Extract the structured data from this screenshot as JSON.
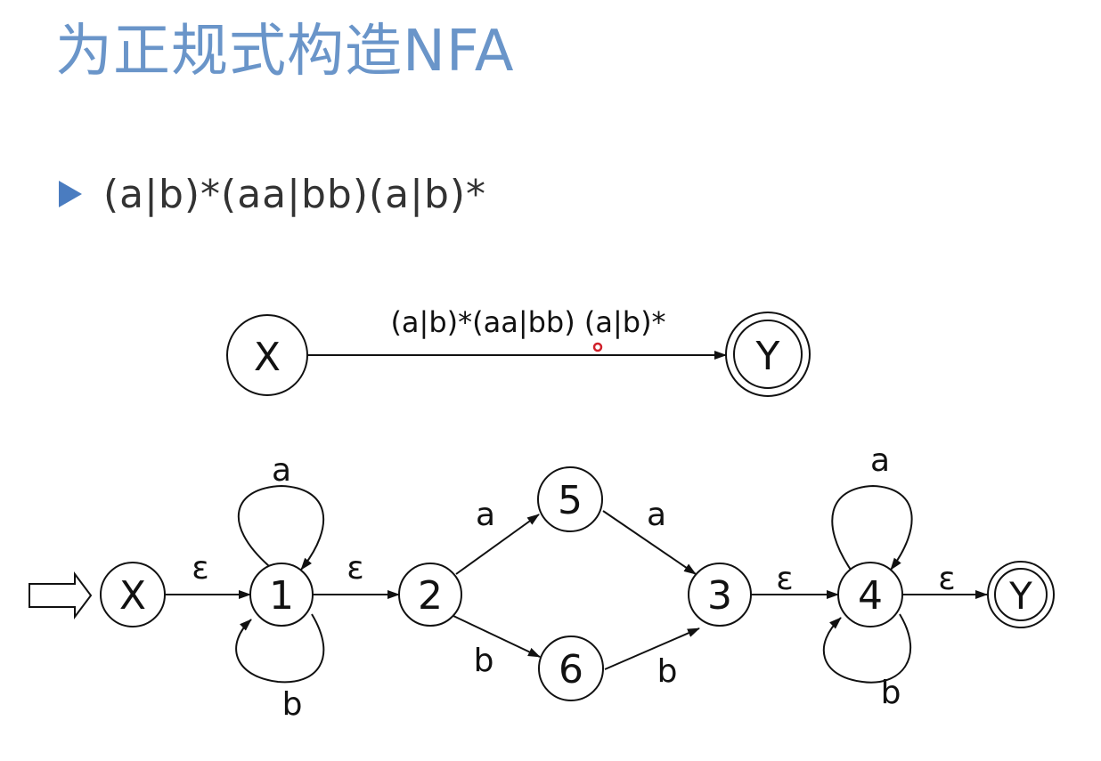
{
  "slide": {
    "title": "为正规式构造NFA",
    "bullet": "(a|b)*(aa|bb)(a|b)*"
  },
  "top_diagram": {
    "edge_label": "(a|b)*(aa|bb) (a|b)*",
    "start_state": "X",
    "final_state": "Y"
  },
  "nfa": {
    "states": [
      {
        "id": "X",
        "label": "X",
        "accepting": false
      },
      {
        "id": "1",
        "label": "1",
        "accepting": false
      },
      {
        "id": "2",
        "label": "2",
        "accepting": false
      },
      {
        "id": "5",
        "label": "5",
        "accepting": false
      },
      {
        "id": "6",
        "label": "6",
        "accepting": false
      },
      {
        "id": "3",
        "label": "3",
        "accepting": false
      },
      {
        "id": "4",
        "label": "4",
        "accepting": false
      },
      {
        "id": "Y",
        "label": "Y",
        "accepting": true
      }
    ],
    "transitions": [
      {
        "from": "X",
        "to": "1",
        "label": "ε"
      },
      {
        "from": "1",
        "to": "1",
        "label": "a",
        "loop": "top"
      },
      {
        "from": "1",
        "to": "1",
        "label": "b",
        "loop": "bottom"
      },
      {
        "from": "1",
        "to": "2",
        "label": "ε"
      },
      {
        "from": "2",
        "to": "5",
        "label": "a"
      },
      {
        "from": "5",
        "to": "3",
        "label": "a"
      },
      {
        "from": "2",
        "to": "6",
        "label": "b"
      },
      {
        "from": "6",
        "to": "3",
        "label": "b"
      },
      {
        "from": "3",
        "to": "4",
        "label": "ε"
      },
      {
        "from": "4",
        "to": "4",
        "label": "a",
        "loop": "top"
      },
      {
        "from": "4",
        "to": "4",
        "label": "b",
        "loop": "bottom"
      },
      {
        "from": "4",
        "to": "Y",
        "label": "ε"
      }
    ]
  }
}
